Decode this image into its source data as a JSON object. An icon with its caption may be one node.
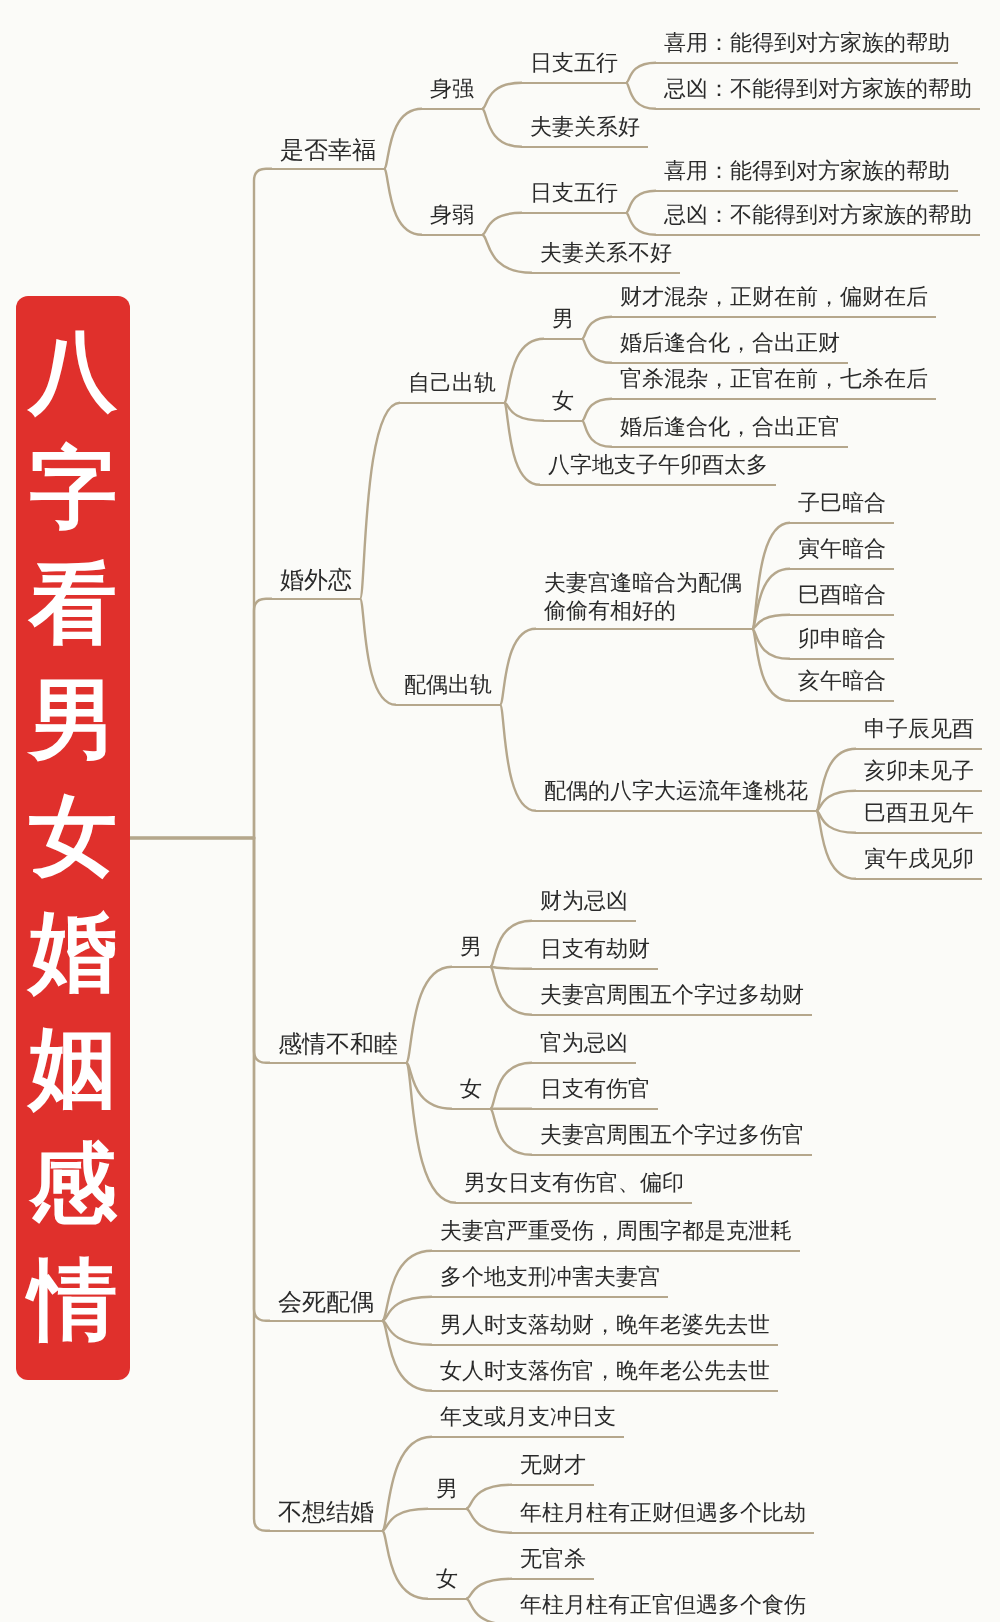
{
  "diagram": {
    "nodes": [
      {
        "text": [
          "八字看男女婚姻感情"
        ]
      },
      {
        "text": [
          "是否幸福"
        ]
      },
      {
        "text": [
          "身强"
        ]
      },
      {
        "text": [
          "日支五行"
        ]
      },
      {
        "text": [
          "喜用：能得到对方家族的帮助"
        ]
      },
      {
        "text": [
          "忌凶：不能得到对方家族的帮助"
        ]
      },
      {
        "text": [
          "夫妻关系好"
        ]
      },
      {
        "text": [
          "身弱"
        ]
      },
      {
        "text": [
          "日支五行"
        ]
      },
      {
        "text": [
          "喜用：能得到对方家族的帮助"
        ]
      },
      {
        "text": [
          "忌凶：不能得到对方家族的帮助"
        ]
      },
      {
        "text": [
          "夫妻关系不好"
        ]
      },
      {
        "text": [
          "婚外恋"
        ]
      },
      {
        "text": [
          "自己出轨"
        ]
      },
      {
        "text": [
          "男"
        ]
      },
      {
        "text": [
          "财才混杂，正财在前，偏财在后"
        ]
      },
      {
        "text": [
          "婚后逢合化，合出正财"
        ]
      },
      {
        "text": [
          "女"
        ]
      },
      {
        "text": [
          "官杀混杂，正官在前，七杀在后"
        ]
      },
      {
        "text": [
          "婚后逢合化，合出正官"
        ]
      },
      {
        "text": [
          "八字地支子午卯酉太多"
        ]
      },
      {
        "text": [
          "配偶出轨"
        ]
      },
      {
        "text": [
          "夫妻宫逢暗合为配偶偷偷有相好的"
        ]
      },
      {
        "text": [
          "子巳暗合"
        ]
      },
      {
        "text": [
          "寅午暗合"
        ]
      },
      {
        "text": [
          "巳酉暗合"
        ]
      },
      {
        "text": [
          "卯申暗合"
        ]
      },
      {
        "text": [
          "亥午暗合"
        ]
      },
      {
        "text": [
          "配偶的八字大运流年逢桃花"
        ]
      },
      {
        "text": [
          "申子辰见酉"
        ]
      },
      {
        "text": [
          "亥卯未见子"
        ]
      },
      {
        "text": [
          "巳酉丑见午"
        ]
      },
      {
        "text": [
          "寅午戌见卯"
        ]
      },
      {
        "text": [
          "感情不和睦"
        ]
      },
      {
        "text": [
          "男"
        ]
      },
      {
        "text": [
          "财为忌凶"
        ]
      },
      {
        "text": [
          "日支有劫财"
        ]
      },
      {
        "text": [
          "夫妻宫周围五个字过多劫财"
        ]
      },
      {
        "text": [
          "女"
        ]
      },
      {
        "text": [
          "官为忌凶"
        ]
      },
      {
        "text": [
          "日支有伤官"
        ]
      },
      {
        "text": [
          "夫妻宫周围五个字过多伤官"
        ]
      },
      {
        "text": [
          "男女日支有伤官、偏印"
        ]
      },
      {
        "text": [
          "会死配偶"
        ]
      },
      {
        "text": [
          "夫妻宫严重受伤，周围字都是克泄耗"
        ]
      },
      {
        "text": [
          "多个地支刑冲害夫妻宫"
        ]
      },
      {
        "text": [
          "男人时支落劫财，晚年老婆先去世"
        ]
      },
      {
        "text": [
          "女人时支落伤官，晚年老公先去世"
        ]
      },
      {
        "text": [
          "不想结婚"
        ]
      },
      {
        "text": [
          "年支或月支冲日支"
        ]
      },
      {
        "text": [
          "男"
        ]
      },
      {
        "text": [
          "无财才"
        ]
      },
      {
        "text": [
          "年柱月柱有正财但遇多个比劫"
        ]
      },
      {
        "text": [
          "女"
        ]
      },
      {
        "text": [
          "无官杀"
        ]
      },
      {
        "text": [
          "年柱月柱有正官但遇多个食伤"
        ]
      }
    ],
    "edges": [
      {
        "from": 0,
        "to": 1,
        "arrow": "none"
      },
      {
        "from": 0,
        "to": 12,
        "arrow": "none"
      },
      {
        "from": 0,
        "to": 33,
        "arrow": "none"
      },
      {
        "from": 0,
        "to": 43,
        "arrow": "none"
      },
      {
        "from": 0,
        "to": 48,
        "arrow": "none"
      },
      {
        "from": 1,
        "to": 2,
        "arrow": "none"
      },
      {
        "from": 1,
        "to": 7,
        "arrow": "none"
      },
      {
        "from": 2,
        "to": 3,
        "arrow": "none"
      },
      {
        "from": 2,
        "to": 6,
        "arrow": "none"
      },
      {
        "from": 3,
        "to": 4,
        "arrow": "none"
      },
      {
        "from": 3,
        "to": 5,
        "arrow": "none"
      },
      {
        "from": 7,
        "to": 8,
        "arrow": "none"
      },
      {
        "from": 7,
        "to": 11,
        "arrow": "none"
      },
      {
        "from": 8,
        "to": 9,
        "arrow": "none"
      },
      {
        "from": 8,
        "to": 10,
        "arrow": "none"
      },
      {
        "from": 12,
        "to": 13,
        "arrow": "none"
      },
      {
        "from": 12,
        "to": 21,
        "arrow": "none"
      },
      {
        "from": 13,
        "to": 14,
        "arrow": "none"
      },
      {
        "from": 13,
        "to": 17,
        "arrow": "none"
      },
      {
        "from": 13,
        "to": 20,
        "arrow": "none"
      },
      {
        "from": 14,
        "to": 15,
        "arrow": "none"
      },
      {
        "from": 14,
        "to": 16,
        "arrow": "none"
      },
      {
        "from": 17,
        "to": 18,
        "arrow": "none"
      },
      {
        "from": 17,
        "to": 19,
        "arrow": "none"
      },
      {
        "from": 21,
        "to": 22,
        "arrow": "none"
      },
      {
        "from": 21,
        "to": 28,
        "arrow": "none"
      },
      {
        "from": 22,
        "to": 23,
        "arrow": "none"
      },
      {
        "from": 22,
        "to": 24,
        "arrow": "none"
      },
      {
        "from": 22,
        "to": 25,
        "arrow": "none"
      },
      {
        "from": 22,
        "to": 26,
        "arrow": "none"
      },
      {
        "from": 22,
        "to": 27,
        "arrow": "none"
      },
      {
        "from": 28,
        "to": 29,
        "arrow": "none"
      },
      {
        "from": 28,
        "to": 30,
        "arrow": "none"
      },
      {
        "from": 28,
        "to": 31,
        "arrow": "none"
      },
      {
        "from": 28,
        "to": 32,
        "arrow": "none"
      },
      {
        "from": 33,
        "to": 34,
        "arrow": "none"
      },
      {
        "from": 33,
        "to": 38,
        "arrow": "none"
      },
      {
        "from": 33,
        "to": 42,
        "arrow": "none"
      },
      {
        "from": 34,
        "to": 35,
        "arrow": "none"
      },
      {
        "from": 34,
        "to": 36,
        "arrow": "none"
      },
      {
        "from": 34,
        "to": 37,
        "arrow": "none"
      },
      {
        "from": 38,
        "to": 39,
        "arrow": "none"
      },
      {
        "from": 38,
        "to": 40,
        "arrow": "none"
      },
      {
        "from": 38,
        "to": 41,
        "arrow": "none"
      },
      {
        "from": 43,
        "to": 44,
        "arrow": "none"
      },
      {
        "from": 43,
        "to": 45,
        "arrow": "none"
      },
      {
        "from": 43,
        "to": 46,
        "arrow": "none"
      },
      {
        "from": 43,
        "to": 47,
        "arrow": "none"
      },
      {
        "from": 48,
        "to": 49,
        "arrow": "none"
      },
      {
        "from": 48,
        "to": 50,
        "arrow": "none"
      },
      {
        "from": 48,
        "to": 53,
        "arrow": "none"
      },
      {
        "from": 50,
        "to": 51,
        "arrow": "none"
      },
      {
        "from": 50,
        "to": 52,
        "arrow": "none"
      },
      {
        "from": 53,
        "to": 54,
        "arrow": "none"
      },
      {
        "from": 53,
        "to": 55,
        "arrow": "none"
      }
    ]
  }
}
